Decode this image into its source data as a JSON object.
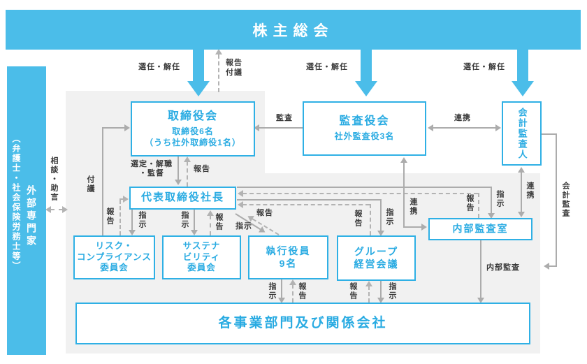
{
  "banner": {
    "title": "株主総会"
  },
  "external_experts": {
    "name": "外部専門家",
    "detail": "（弁護士・社会保険労務士等）"
  },
  "nodes": {
    "board": {
      "title": "取締役会",
      "sub": "取締役6名\n（うち社外取締役1名）"
    },
    "audit_board": {
      "title": "監査役会",
      "sub": "社外監査役3名"
    },
    "accounting_auditor": {
      "title": "会計監査人"
    },
    "president": {
      "title": "代表取締役社長"
    },
    "risk_committee": {
      "title": "リスク・\nコンプライアンス\n委員会"
    },
    "sustainability_committee": {
      "title": "サステナ\nビリティ\n委員会"
    },
    "executive_officers": {
      "title": "執行役員\n9名"
    },
    "group_management": {
      "title": "グループ\n経営会議"
    },
    "internal_audit_office": {
      "title": "内部監査室"
    },
    "business_divisions": {
      "title": "各事業部門及び関係会社"
    }
  },
  "edge_labels": {
    "appoint_dismiss": "選任・解任",
    "report": "報告",
    "submit": "付議",
    "audit": "監査",
    "cooperation": "連携",
    "instruct": "指示",
    "select_dismiss": "選定・解職",
    "supervise": "・監督",
    "consult_advise": "相談・助言",
    "internal_audit": "内部監査",
    "accounting_audit": "会計監査"
  },
  "colors": {
    "blue": "#4BBDE9",
    "box_border": "#2FB0E5",
    "box_text": "#29ABE2",
    "panel_gray": "#F1F1F1",
    "arrow_gray": "#ACACAC"
  }
}
